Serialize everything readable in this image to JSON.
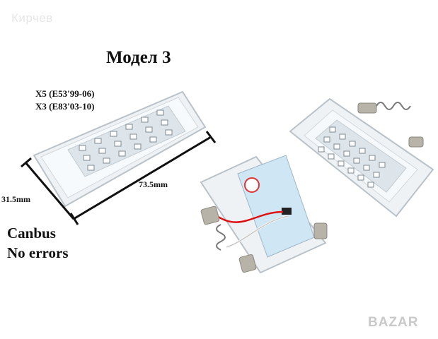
{
  "watermark_top": "Кирчев",
  "title": "Модел 3",
  "models": [
    "X5 (E53'99-06)",
    "X3 (E83'03-10)"
  ],
  "dimensions": {
    "width": "73.5mm",
    "height": "31.5mm"
  },
  "features": [
    "Canbus",
    "No errors"
  ],
  "watermark_bottom": "BAZAR",
  "led_count": 18
}
